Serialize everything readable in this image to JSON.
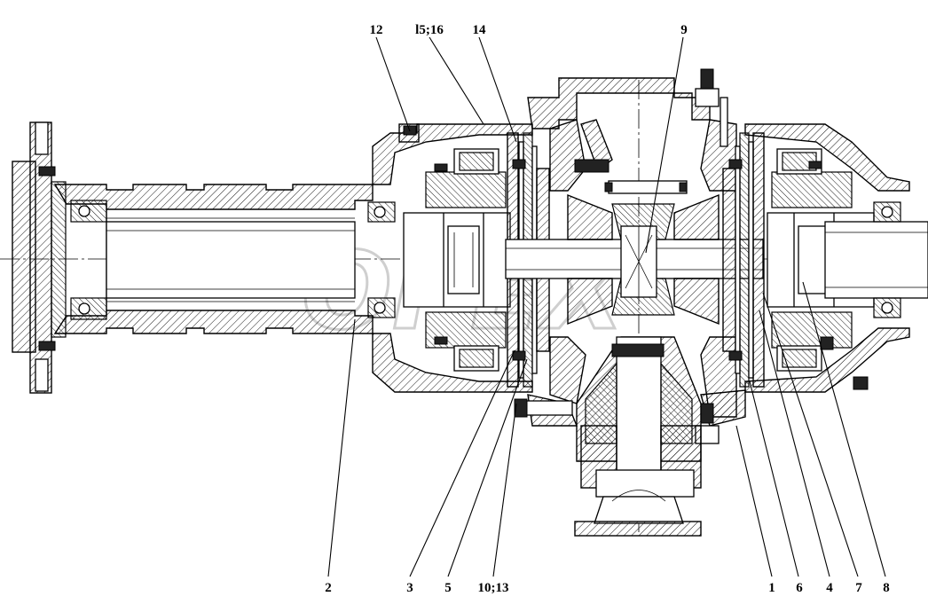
{
  "callouts": {
    "c12": "12",
    "c15_16": "l5;16",
    "c14": "14",
    "c9": "9",
    "c2": "2",
    "c3": "3",
    "c5": "5",
    "c10_13": "10;13",
    "c1": "1",
    "c6": "6",
    "c4": "4",
    "c7": "7",
    "c8": "8"
  },
  "watermark": "ОРЕХ"
}
